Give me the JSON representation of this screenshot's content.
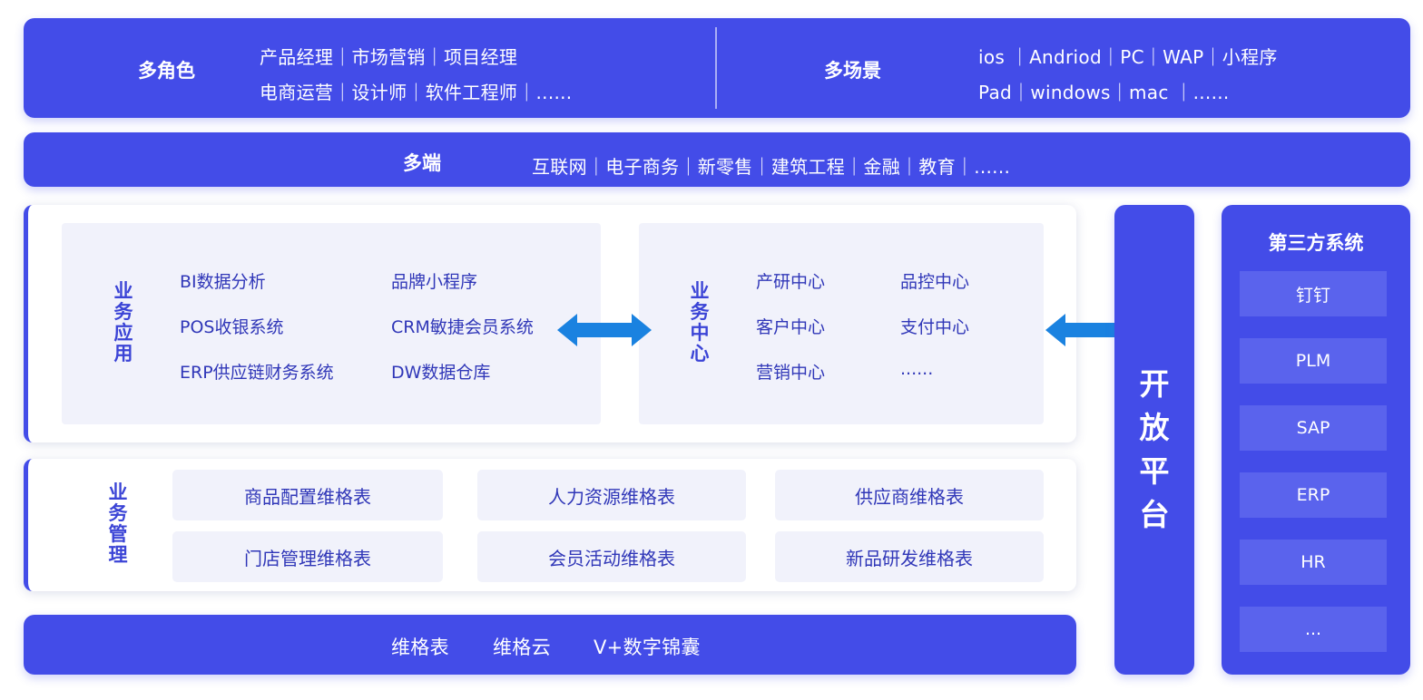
{
  "top": {
    "roles": {
      "title": "多角色",
      "line1": "产品经理｜市场营销｜项目经理",
      "line2": "电商运营｜设计师｜软件工程师｜......"
    },
    "scenes": {
      "title": "多场景",
      "line1": "ios ｜Andriod｜PC｜WAP｜小程序",
      "line2": "Pad｜windows｜mac ｜......"
    }
  },
  "terminal": {
    "title": "多端",
    "line": "互联网｜电子商务｜新零售｜建筑工程｜金融｜教育｜......"
  },
  "business": {
    "apps": {
      "title": "业务应用",
      "col1": [
        "BI数据分析",
        "POS收银系统",
        "ERP供应链财务系统"
      ],
      "col2": [
        "品牌小程序",
        "CRM敏捷会员系统",
        "DW数据仓库"
      ]
    },
    "center": {
      "title": "业务中心",
      "col1": [
        "产研中心",
        "客户中心",
        "营销中心"
      ],
      "col2": [
        "品控中心",
        "支付中心",
        "......"
      ]
    }
  },
  "management": {
    "title": "业务管理",
    "cells": [
      "商品配置维格表",
      "人力资源维格表",
      "供应商维格表",
      "门店管理维格表",
      "会员活动维格表",
      "新品研发维格表"
    ]
  },
  "bottom": {
    "items": [
      "维格表",
      "维格云",
      "V+数字锦囊"
    ]
  },
  "open_platform": {
    "title": "开放平台"
  },
  "third_party": {
    "title": "第三方系统",
    "items": [
      "钉钉",
      "PLM",
      "SAP",
      "ERP",
      "HR",
      "..."
    ]
  },
  "colors": {
    "brand_blue": "#434ce8",
    "arrow_blue": "#1a82e0",
    "text_blue": "#3037b8"
  }
}
